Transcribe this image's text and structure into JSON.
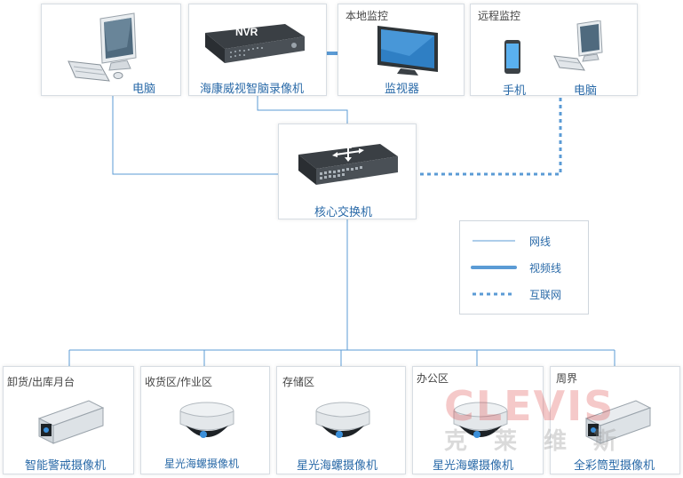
{
  "top": {
    "pc_label": "电脑",
    "nvr_badge": "NVR",
    "nvr_label": "海康威视智脑录像机",
    "local_title": "本地监控",
    "monitor_label": "监视器",
    "remote_title": "远程监控",
    "phone_label": "手机",
    "remote_pc_label": "电脑"
  },
  "core": {
    "label": "核心交换机"
  },
  "legend": {
    "items": [
      {
        "label": "网线",
        "style": "thin"
      },
      {
        "label": "视频线",
        "style": "thick"
      },
      {
        "label": "互联网",
        "style": "dotted"
      }
    ]
  },
  "zones": [
    {
      "tag": "卸货/出库月台",
      "caption": "智能警戒摄像机",
      "camera": "bullet-camera"
    },
    {
      "tag": "收货区/作业区",
      "caption": "星光海螺摄像机",
      "camera": "dome-camera"
    },
    {
      "tag": "存储区",
      "caption": "星光海螺摄像机",
      "camera": "dome-camera"
    },
    {
      "tag": "办公区",
      "caption": "星光海螺摄像机",
      "camera": "dome-camera"
    },
    {
      "tag": "周界",
      "caption": "全彩筒型摄像机",
      "camera": "bullet-camera"
    }
  ],
  "watermark": {
    "brand": "CLEVIS",
    "chinese": "克莱维斯"
  },
  "colors": {
    "line": "#5b9bd5",
    "text": "#2a6aa8",
    "watermark": "#dc3c3c"
  }
}
